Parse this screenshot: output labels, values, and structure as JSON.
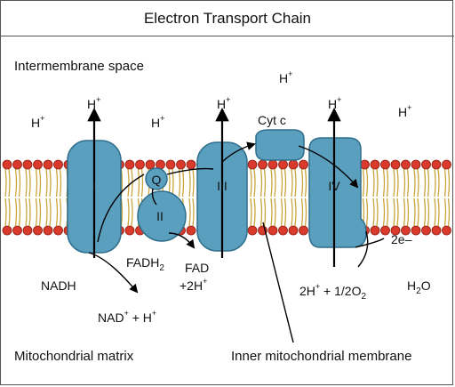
{
  "title": "Electron Transport Chain",
  "regions": {
    "intermembrane": "Intermembrane space",
    "matrix": "Mitochondrial matrix",
    "membrane": "Inner mitochondrial membrane"
  },
  "complexes": {
    "c1": "I",
    "c2": "II",
    "c3": "III",
    "c4": "IV",
    "q": "Q",
    "cytc": "Cyt c"
  },
  "ions": {
    "h": "H",
    "plus": "+"
  },
  "molecules": {
    "nadh": "NADH",
    "nad_plus_h": "NAD",
    "nad_plus_mid": " + H",
    "fadh2_base": "FADH",
    "fadh2_sub": "2",
    "fad": "FAD",
    "two_h": "+2H",
    "o2_pre": "2H",
    "o2_mid": " + 1/2O",
    "o2_sub": "2",
    "water_h": "H",
    "water_sub": "2",
    "water_o": "O",
    "two_e": "2e–"
  },
  "colors": {
    "protein_fill": "#5b9fbf",
    "protein_stroke": "#2f6f8c",
    "head": "#d93a2b",
    "head_stroke": "#8a1c12",
    "tail": "#c9a43a"
  }
}
